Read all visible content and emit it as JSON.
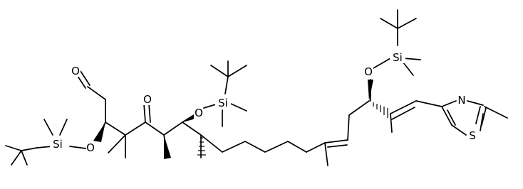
{
  "structure": {
    "atom_labels": {
      "o_aldehyde": "O",
      "o_ketone": "O",
      "o_tbs_left": "O",
      "o_tbs_mid": "O",
      "o_tbs_right": "O",
      "si_left": "Si",
      "si_mid": "Si",
      "si_right": "Si",
      "n_thiazole": "N",
      "s_thiazole": "S"
    }
  }
}
